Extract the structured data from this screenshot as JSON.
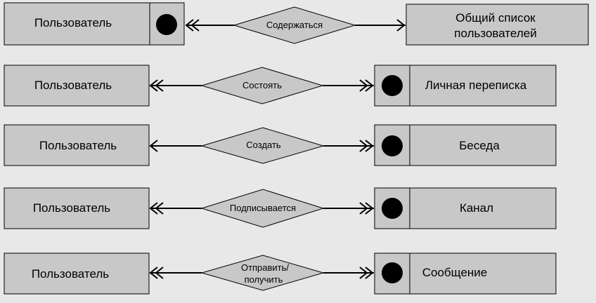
{
  "rows": [
    {
      "left": {
        "label": "Пользователь",
        "key": true
      },
      "relationship": {
        "lines": [
          "Содержаться"
        ]
      },
      "right": {
        "lines": [
          "Общий список",
          "пользователей"
        ],
        "key": false
      }
    },
    {
      "left": {
        "label": "Пользователь",
        "key": false
      },
      "relationship": {
        "lines": [
          "Состоять"
        ]
      },
      "right": {
        "lines": [
          "Личная переписка"
        ],
        "key": true
      }
    },
    {
      "left": {
        "label": "Пользователь",
        "key": false
      },
      "relationship": {
        "lines": [
          "Создать"
        ]
      },
      "right": {
        "lines": [
          "Беседа"
        ],
        "key": true
      }
    },
    {
      "left": {
        "label": "Пользователь",
        "key": false
      },
      "relationship": {
        "lines": [
          "Подписывается"
        ]
      },
      "right": {
        "lines": [
          "Канал"
        ],
        "key": true
      }
    },
    {
      "left": {
        "label": "Пользователь",
        "key": false
      },
      "relationship": {
        "lines": [
          "Отправить/",
          "получить"
        ]
      },
      "right": {
        "lines": [
          "Сообщение"
        ],
        "key": true
      }
    }
  ],
  "colors": {
    "background": "#e8e8e8",
    "entity_fill": "#c8c8c8",
    "relationship_fill": "#c8c8c8",
    "stroke": "#000000",
    "key_dot": "#000000"
  }
}
